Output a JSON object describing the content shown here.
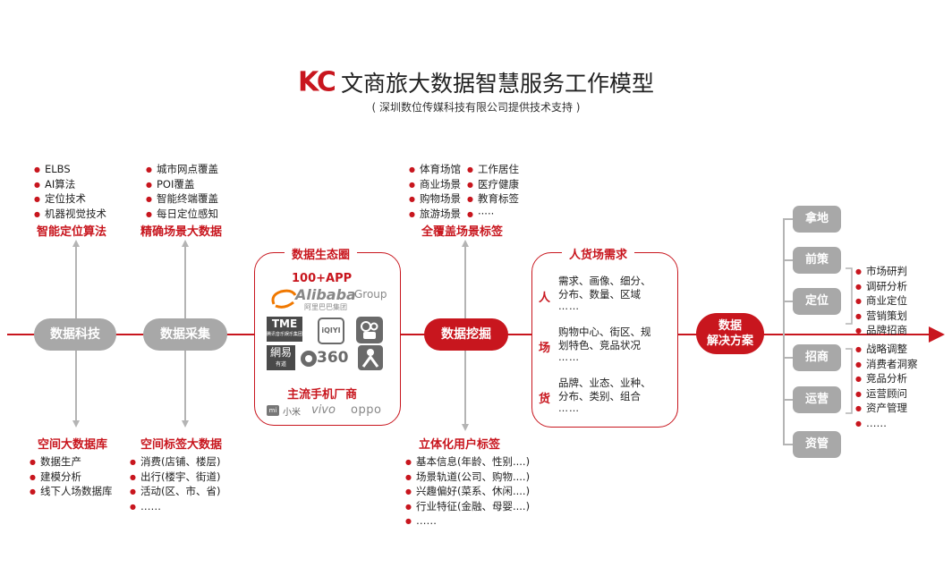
{
  "header": {
    "logo": "KC",
    "title": "文商旅大数据智慧服务工作模型",
    "subtitle": "( 深圳数位传媒科技有限公司提供技术支持 )"
  },
  "col1": {
    "top_items": [
      "ELBS",
      "AI算法",
      "定位技术",
      "机器视觉技术"
    ],
    "top_title": "智能定位算法",
    "node": "数据科技",
    "bottom_title": "空间大数据库",
    "bottom_items": [
      "数据生产",
      "建模分析",
      "线下人场数据库"
    ]
  },
  "col2": {
    "top_items": [
      "城市网点覆盖",
      "POI覆盖",
      "智能终端覆盖",
      "每日定位感知"
    ],
    "top_title": "精确场景大数据",
    "node": "数据采集",
    "bottom_title": "空间标签大数据",
    "bottom_items": [
      "消费(店铺、楼层)",
      "出行(楼宇、街道)",
      "活动(区、市、省)",
      "……"
    ]
  },
  "ecosystem": {
    "title": "数据生态圈",
    "app_count": "100+APP",
    "alibaba_name": "Alibaba",
    "alibaba_group": "Group",
    "alibaba_cn": "阿里巴巴集团",
    "tme": "TME",
    "tme_sub": "腾讯音乐娱乐集团",
    "iqiyi": "iQIYI",
    "netease": "網易",
    "netease_sub": "有道",
    "s360": "360",
    "phone_title": "主流手机厂商",
    "mi_logo": "mi",
    "mi_cn": "小米",
    "vivo": "vivo",
    "oppo": "oppo"
  },
  "mining": {
    "top_items_left": [
      "体育场馆",
      "商业场景",
      "购物场景",
      "旅游场景"
    ],
    "top_items_right": [
      "工作居住",
      "医疗健康",
      "教育标签",
      "·····"
    ],
    "top_title": "全覆盖场景标签",
    "node": "数据挖掘",
    "bottom_title": "立体化用户标签",
    "bottom_items": [
      "基本信息(年龄、性别....)",
      "场景轨道(公司、购物....)",
      "兴趣偏好(菜系、休闲....)",
      "行业特征(金融、母婴....)",
      "……"
    ]
  },
  "demand": {
    "title": "人货场需求",
    "rows": [
      {
        "label": "人",
        "lines": [
          "需求、画像、细分、",
          "分布、数量、区域",
          "……"
        ]
      },
      {
        "label": "场",
        "lines": [
          "购物中心、街区、规",
          "划特色、竞品状况",
          "……"
        ]
      },
      {
        "label": "货",
        "lines": [
          "品牌、业态、业种、",
          "分布、类别、组合",
          "……"
        ]
      }
    ]
  },
  "solution": {
    "line1": "数据",
    "line2": "解决方案",
    "items": [
      "拿地",
      "前策",
      "定位",
      "招商",
      "运营",
      "资管"
    ],
    "upper_list": [
      "市场研判",
      "调研分析",
      "商业定位",
      "营销策划",
      "品牌招商"
    ],
    "lower_list": [
      "战略调整",
      "消费者洞察",
      "竞品分析",
      "运营顾问",
      "资产管理",
      "……"
    ]
  },
  "colors": {
    "accent": "#c8161e",
    "node_gray": "#a8a8a8",
    "arrow_gray": "#b4b4b4"
  }
}
